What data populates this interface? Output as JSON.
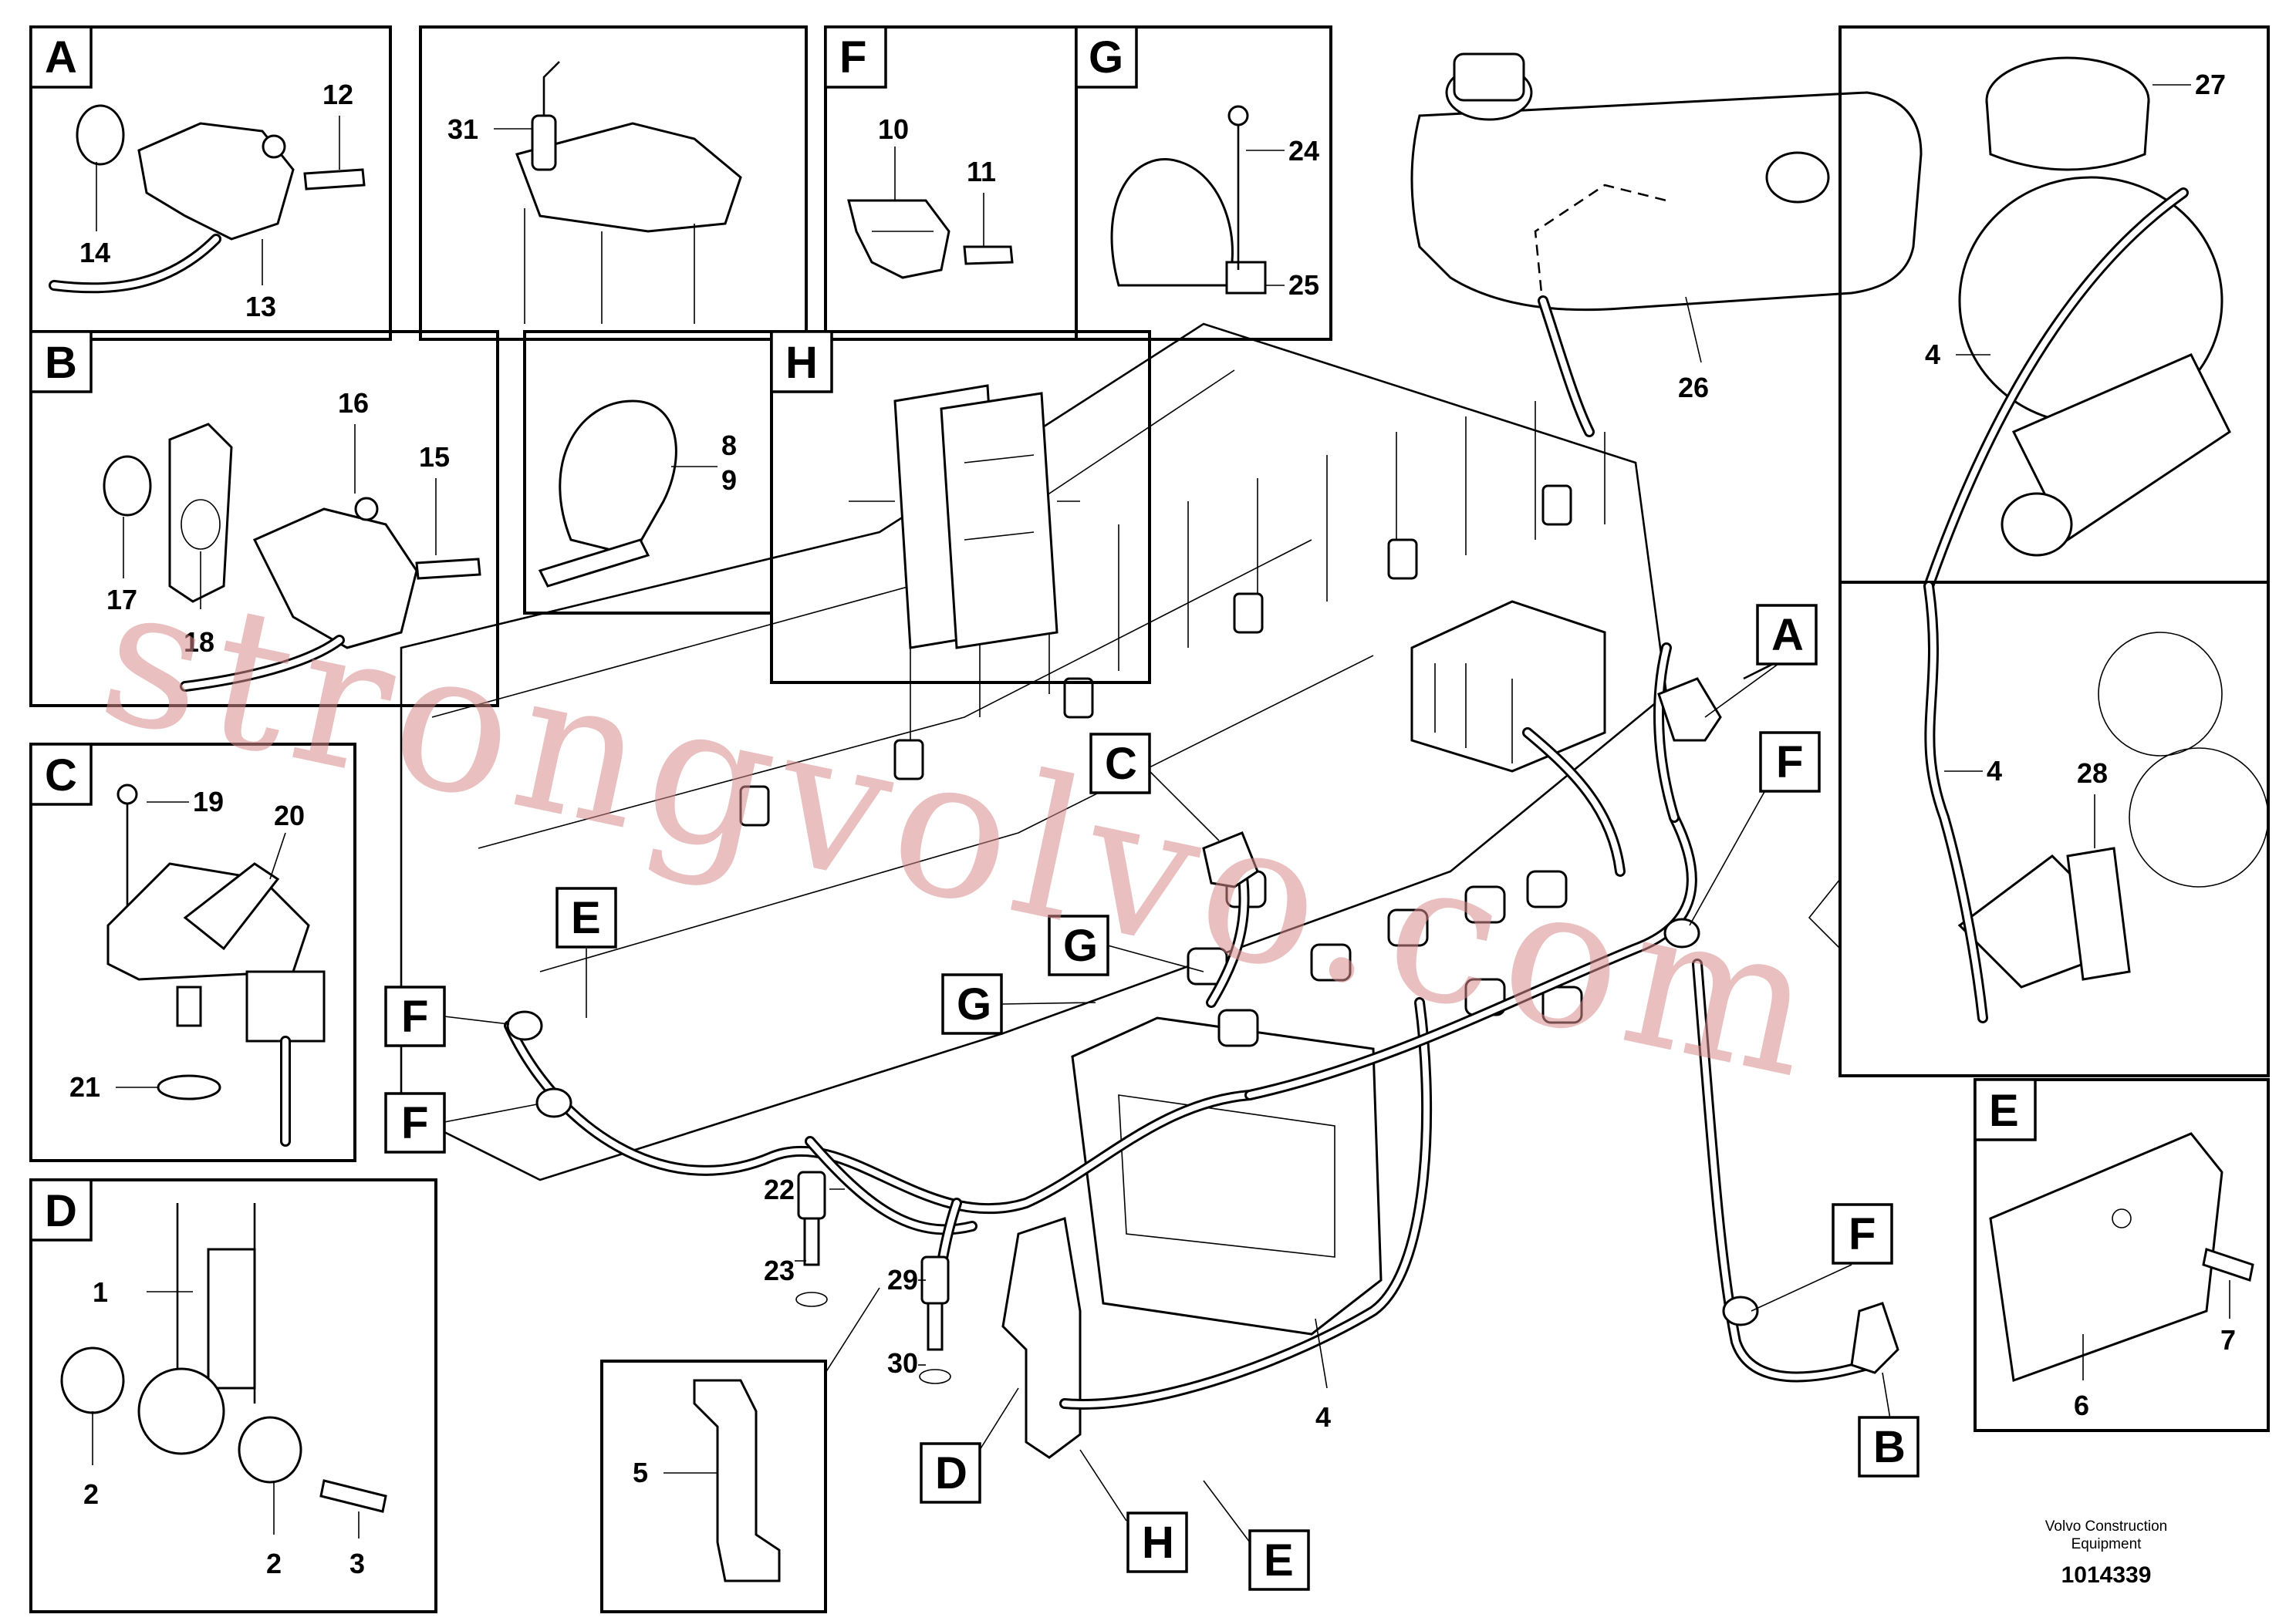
{
  "panels": [
    {
      "letter": "A",
      "labels": [
        "12",
        "14",
        "13"
      ]
    },
    {
      "letter": "",
      "labels": [
        "31"
      ]
    },
    {
      "letter": "F",
      "labels": [
        "10",
        "11"
      ]
    },
    {
      "letter": "G",
      "labels": [
        "24",
        "25"
      ]
    },
    {
      "letter": "B",
      "labels": [
        "16",
        "15",
        "17",
        "18"
      ]
    },
    {
      "letter": "",
      "labels": [
        "8",
        "9"
      ]
    },
    {
      "letter": "H",
      "labels": []
    },
    {
      "letter": "C",
      "labels": [
        "19",
        "20",
        "21"
      ]
    },
    {
      "letter": "D",
      "labels": [
        "1",
        "2",
        "2",
        "3"
      ]
    },
    {
      "letter": "",
      "labels": [
        "5"
      ]
    },
    {
      "letter": "",
      "labels": [
        "27",
        "4"
      ]
    },
    {
      "letter": "",
      "labels": [
        "4",
        "28"
      ]
    },
    {
      "letter": "E",
      "labels": [
        "7",
        "6"
      ]
    }
  ],
  "main_labels": [
    "26",
    "22",
    "23",
    "29",
    "30",
    "4"
  ],
  "callouts": [
    "A",
    "C",
    "E",
    "G",
    "G",
    "F",
    "F",
    "F",
    "F",
    "D",
    "H",
    "E",
    "B"
  ],
  "footer": {
    "credit_line1": "Volvo Construction",
    "credit_line2": "Equipment",
    "doc_number": "1014339"
  },
  "watermark": "strongvolvo.com"
}
